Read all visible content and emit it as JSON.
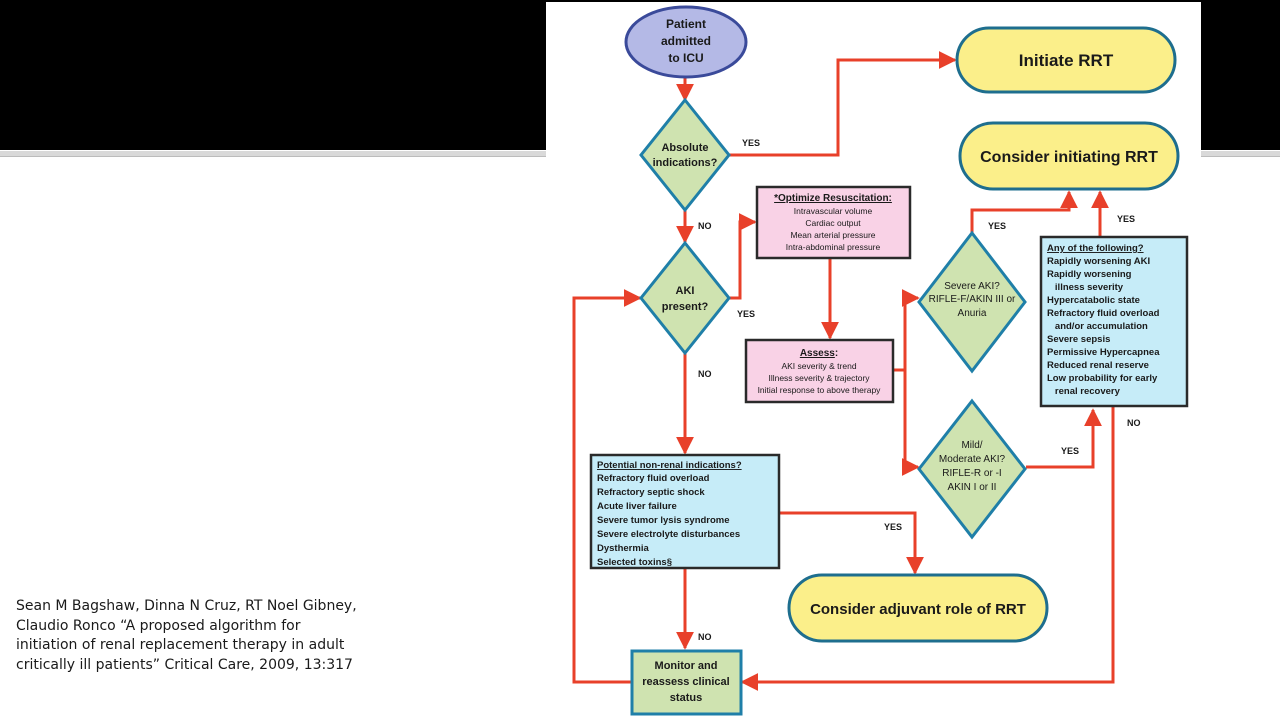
{
  "colors": {
    "arrow": "#e8402a",
    "start_fill": "#b4b9e6",
    "start_stroke": "#3a4a9a",
    "decision_fill": "#cfe3b0",
    "decision_stroke": "#1f7fa8",
    "terminal_fill": "#fbef8a",
    "terminal_stroke": "#1e6e8e",
    "pink_box": "#f9d2e6",
    "blue_box": "#c6ecf8",
    "green_box": "#cfe3b0"
  },
  "citation": {
    "lines": [
      "Sean M Bagshaw, Dinna N Cruz, RT Noel Gibney,",
      "Claudio Ronco “A proposed algorithm for",
      "initiation of renal replacement therapy in adult",
      "critically ill patients” Critical Care,  2009, 13:317"
    ]
  },
  "flowchart": {
    "start": {
      "lines": [
        "Patient",
        "admitted",
        "to ICU"
      ]
    },
    "absolute_indications": {
      "lines": [
        "Absolute",
        "indications?"
      ]
    },
    "aki_present": {
      "lines": [
        "AKI",
        "present?"
      ]
    },
    "severe_aki": {
      "lines": [
        "Severe AKI?",
        "RIFLE-F/AKIN III or",
        "Anuria"
      ]
    },
    "mild_aki": {
      "lines": [
        "Mild/",
        "Moderate AKI?",
        "RIFLE-R or -I",
        "AKIN I or II"
      ]
    },
    "initiate_rrt": "Initiate RRT",
    "consider_initiating": "Consider initiating RRT",
    "consider_adjuvant": "Consider adjuvant role of RRT",
    "optimize": {
      "title": "*Optimize Resuscitation:",
      "items": [
        "Intravascular volume",
        "Cardiac output",
        "Mean arterial pressure",
        "Intra-abdominal pressure"
      ]
    },
    "assess": {
      "title": "Assess",
      "suffix": ":",
      "items": [
        "AKI severity & trend",
        "Illness severity & trajectory",
        "Initial response to above therapy"
      ]
    },
    "non_renal": {
      "title": "Potential non-renal indications?",
      "items": [
        "Refractory fluid overload",
        "Refractory septic shock",
        "Acute liver failure",
        "Severe tumor lysis syndrome",
        "Severe electrolyte disturbances",
        "Dysthermia",
        "Selected toxins§"
      ]
    },
    "any_following": {
      "title": "Any of the following?",
      "items": [
        "Rapidly worsening AKI",
        "Rapidly worsening",
        "   illness severity",
        "Hypercatabolic state",
        "Refractory fluid overload",
        "   and/or accumulation",
        "Severe sepsis",
        "Permissive Hypercapnea",
        "Reduced renal reserve",
        "Low probability for early",
        "   renal recovery"
      ]
    },
    "monitor": {
      "lines": [
        "Monitor and",
        "reassess clinical",
        "status"
      ]
    },
    "labels": {
      "yes_absolute": "YES",
      "no_absolute": "NO",
      "yes_aki": "YES",
      "no_aki": "NO",
      "yes_severe": "YES",
      "yes_any": "YES",
      "no_any": "NO",
      "yes_mild": "YES",
      "yes_nonrenal": "YES",
      "no_nonrenal": "NO"
    }
  }
}
